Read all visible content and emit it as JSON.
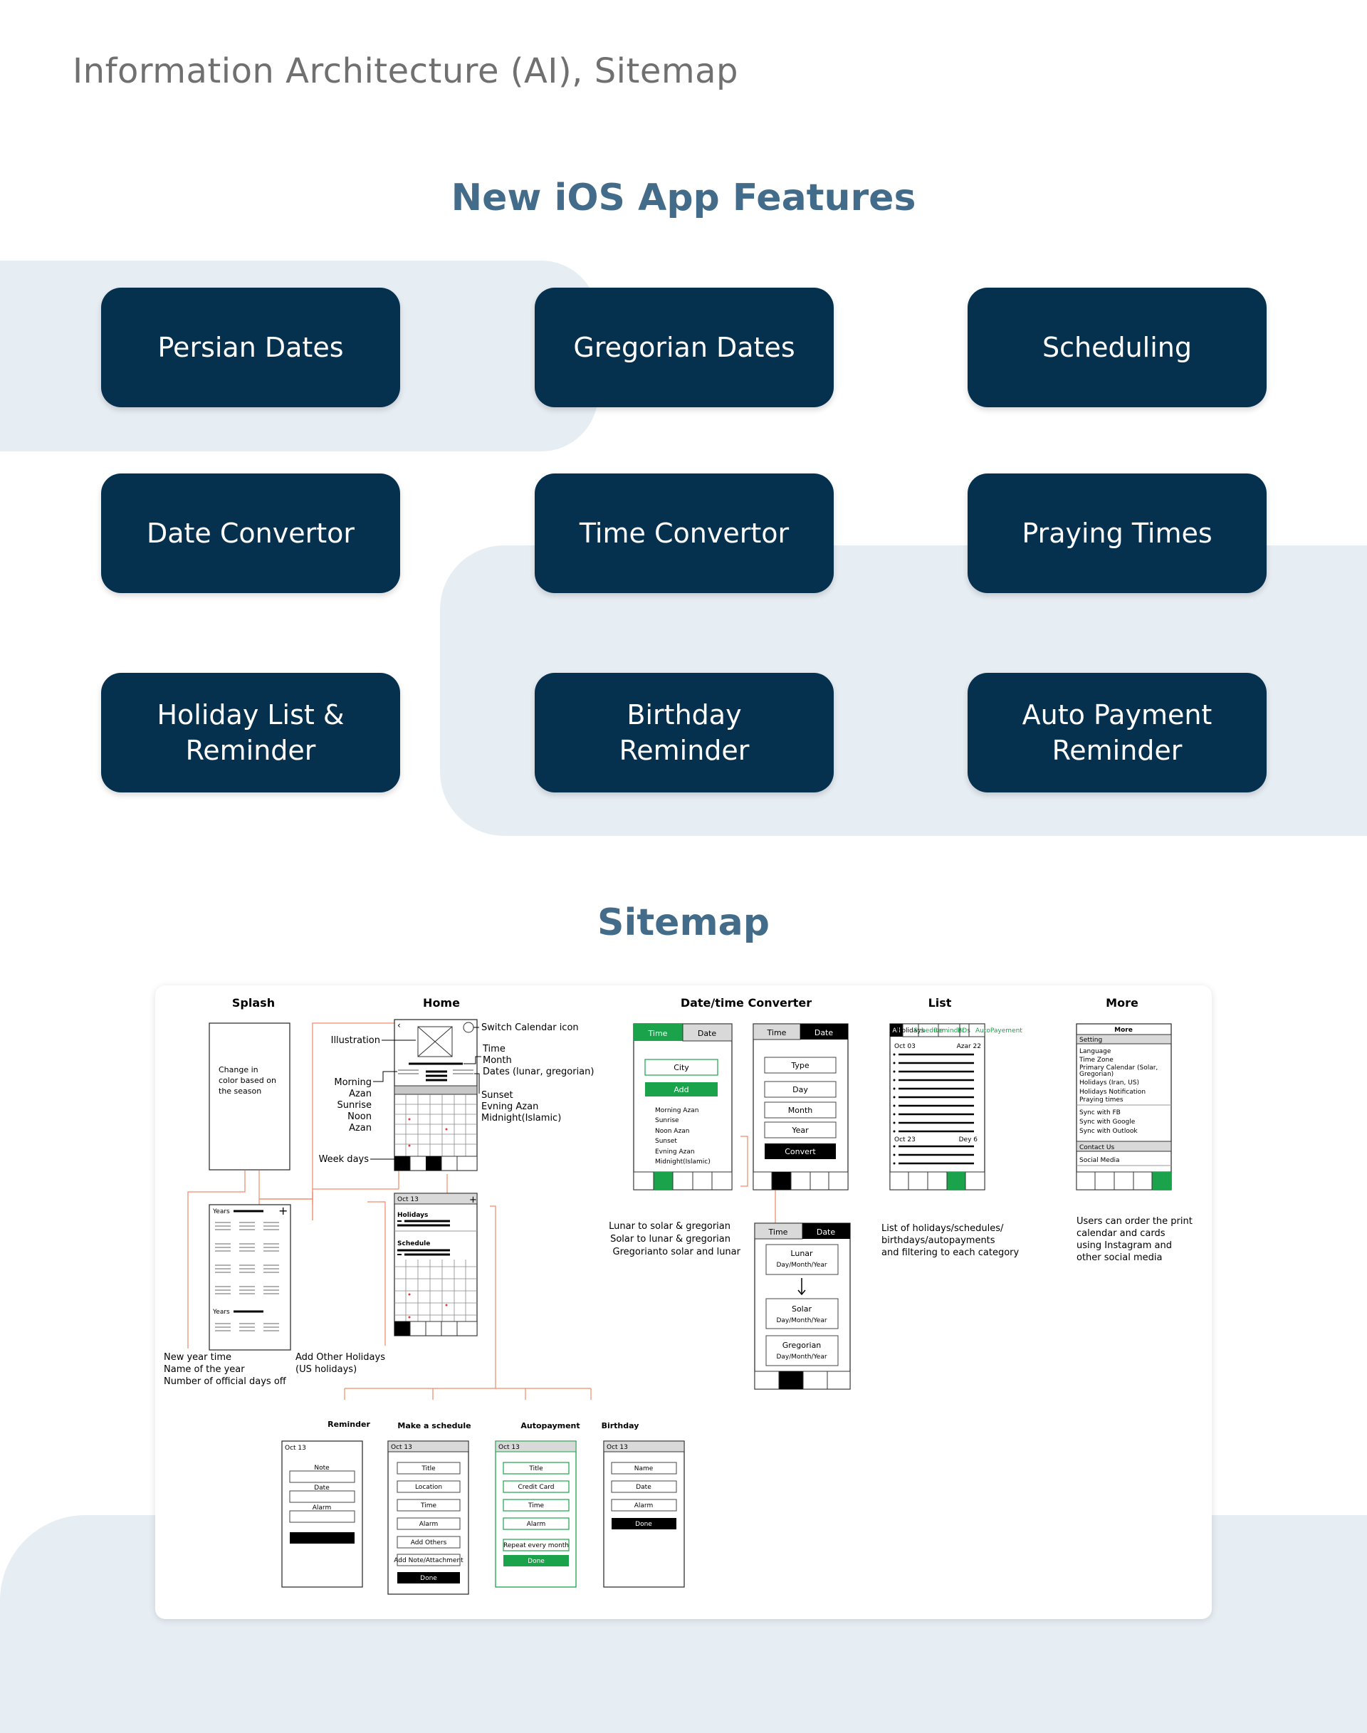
{
  "page_title": "Information Architecture (AI), Sitemap",
  "features_title": "New iOS App Features",
  "features": [
    "Persian Dates",
    "Gregorian Dates",
    "Scheduling",
    "Date Convertor",
    "Time Convertor",
    "Praying Times",
    "Holiday List &\nReminder",
    "Birthday\nReminder",
    "Auto Payment\nReminder"
  ],
  "sitemap_title": "Sitemap",
  "colors": {
    "navy": "#05314f",
    "heading": "#436c8a",
    "accent_green": "#1aa34a",
    "connector": "#f08a6a",
    "panel_bg": "#e6edf3"
  },
  "sitemap": {
    "sections": {
      "splash": "Splash",
      "home": "Home",
      "converter": "Date/time Converter",
      "list": "List",
      "more": "More",
      "reminder": "Reminder",
      "schedule": "Make a schedule",
      "autopayment": "Autopayment",
      "birthday": "Birthday"
    },
    "splash_text": [
      "Change in",
      "color based on",
      "the season"
    ],
    "home_annotations": {
      "illustration": "Illustration",
      "switch": "Switch Calendar icon",
      "time_lines": [
        "Time",
        "Month",
        "Dates (lunar, gregorian)"
      ],
      "azan_left": [
        "Morning",
        "Azan",
        "Sunrise",
        "Noon",
        "Azan"
      ],
      "azan_right": [
        "Sunset",
        "Evning Azan",
        "Midnight(Islamic)"
      ],
      "week_days": "Week days"
    },
    "years_label": "Years",
    "years_caption": [
      "New year time",
      "Name of the year",
      "Number of official days off"
    ],
    "holidays_caption": [
      "Add Other Holidays",
      "(US holidays)"
    ],
    "home_detail": {
      "date": "Oct 13",
      "holidays": "Holidays",
      "schedule": "Schedule"
    },
    "converter": {
      "tab_time": "Time",
      "tab_date": "Date",
      "city": "City",
      "add": "Add",
      "prayers": [
        "Morning Azan",
        "Sunrise",
        "Noon Azan",
        "Sunset",
        "Evning Azan",
        "Midnight(Islamic)"
      ],
      "date_fields": [
        "Type",
        "Day",
        "Month",
        "Year"
      ],
      "convert": "Convert",
      "caption": [
        "Lunar to solar & gregorian",
        "Solar to lunar  & gregorian",
        "Gregorianto solar and lunar"
      ],
      "results": [
        {
          "name": "Lunar",
          "format": "Day/Month/Year"
        },
        {
          "name": "Solar",
          "format": "Day/Month/Year"
        },
        {
          "name": "Gregorian",
          "format": "Day/Month/Year"
        }
      ]
    },
    "list": {
      "tabs": [
        "All",
        "Holidays",
        "Schedule",
        "Reminder",
        "BDs",
        "AutoPayement"
      ],
      "date1": "Oct 03",
      "date1r": "Azar 22",
      "date2": "Oct 23",
      "date2r": "Dey 6",
      "caption": [
        "List of holidays/schedules/",
        "birthdays/autopayments",
        "and filtering to each category"
      ]
    },
    "more": {
      "title": "More",
      "setting": "Setting",
      "items": [
        "Language",
        "Time Zone",
        "Primary Calendar (Solar,",
        "Gregorian)",
        "Holidays (Iran, US)",
        "Holidays Notification",
        "Praying times"
      ],
      "sync": [
        "Sync with FB",
        "Sync with Google",
        "Sync with Outlook"
      ],
      "contact": "Contact Us",
      "social": "Social Media",
      "caption": [
        "Users can order the print",
        "calendar and cards",
        "using Instagram and",
        "other social media"
      ]
    },
    "reminder": {
      "date": "Oct 13",
      "fields": [
        "Note",
        "Date",
        "Alarm"
      ]
    },
    "schedule": {
      "date": "Oct 13",
      "fields": [
        "Title",
        "Location",
        "Time",
        "Alarm",
        "Add Others",
        "Add Note/Attachment"
      ],
      "done": "Done"
    },
    "autopayment": {
      "date": "Oct 13",
      "fields": [
        "Title",
        "Credit Card",
        "Time",
        "Alarm"
      ],
      "repeat": "Repeat every month",
      "done": "Done"
    },
    "birthday": {
      "date": "Oct 13",
      "fields": [
        "Name",
        "Date",
        "Alarm"
      ],
      "done": "Done"
    }
  }
}
